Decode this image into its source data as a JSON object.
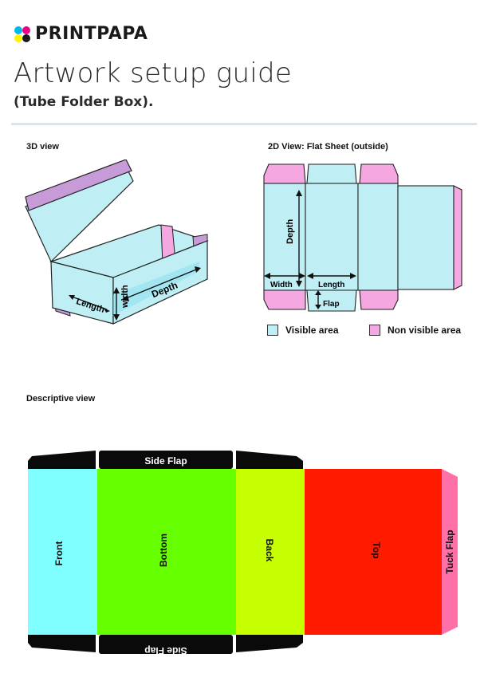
{
  "brand": {
    "name": "PRINTPAPA",
    "logo_colors": [
      "#00b7eb",
      "#ec008c",
      "#fff200",
      "#1a1a1a"
    ]
  },
  "header": {
    "title": "Artwork setup guide",
    "subtitle": "(Tube Folder Box)."
  },
  "view3d": {
    "label": "3D view",
    "dims": {
      "length": "Length",
      "width": "width",
      "depth": "Depth"
    }
  },
  "view2d": {
    "label": "2D View: Flat Sheet (outside)",
    "dims": {
      "depth": "Depth",
      "width": "Width",
      "length": "Length",
      "flap": "Flap"
    }
  },
  "legend": {
    "visible": {
      "label": "Visible area",
      "color": "#bfeff5"
    },
    "nonvisible": {
      "label": "Non visible area",
      "color": "#f4a7e0"
    }
  },
  "descriptive": {
    "label": "Descriptive view",
    "panels": {
      "front": {
        "label": "Front",
        "color": "#7fffff"
      },
      "bottom": {
        "label": "Bottom",
        "color": "#66ff00"
      },
      "back": {
        "label": "Back",
        "color": "#c6ff00"
      },
      "top": {
        "label": "Top",
        "color": "#ff1a00"
      },
      "tuck": {
        "label": "Tuck Flap",
        "color": "#ff6fa8"
      }
    },
    "side_flap_top": "Side Flap",
    "side_flap_bottom": "Side Flap"
  }
}
